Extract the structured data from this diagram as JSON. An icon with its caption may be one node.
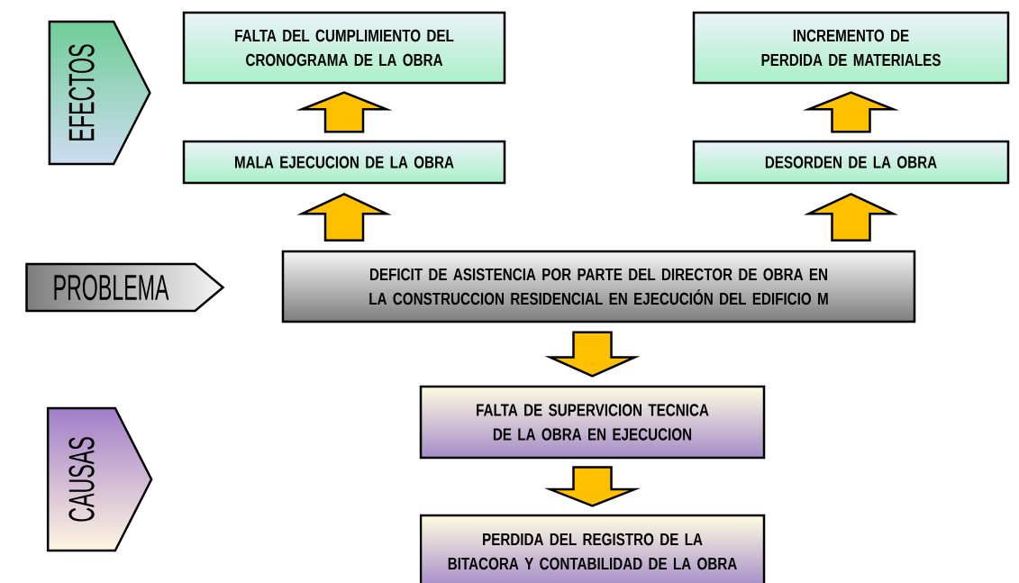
{
  "diagram": {
    "nodes": [
      {
        "text": [
          "EFECTOS"
        ]
      },
      {
        "text": [
          "FALTA DEL CUMPLIMIENTO DEL CRONOGRAMA DE LA OBRA"
        ]
      },
      {
        "text": [
          "INCREMENTO DE PERDIDA DE MATERIALES"
        ]
      },
      {
        "text": [
          "MALA EJECUCION DE LA OBRA"
        ]
      },
      {
        "text": [
          "DESORDEN DE LA OBRA"
        ]
      },
      {
        "text": [
          "PROBLEMA"
        ]
      },
      {
        "text": [
          "DEFICIT DE ASISTENCIA POR PARTE DEL DIRECTOR DE OBRA EN LA CONSTRUCCION RESIDENCIAL EN EJECUCIÓN DEL EDIFICIO M"
        ]
      },
      {
        "text": [
          "CAUSAS"
        ]
      },
      {
        "text": [
          "FALTA DE SUPERVICION TECNICA DE LA OBRA EN EJECUCION"
        ]
      },
      {
        "text": [
          "PERDIDA DEL REGISTRO DE LA BITACORA Y CONTABILIDAD DE LA OBRA"
        ]
      }
    ],
    "edges": [
      {
        "from": 6,
        "to": 3,
        "arrow": "to"
      },
      {
        "from": 3,
        "to": 1,
        "arrow": "to"
      },
      {
        "from": 6,
        "to": 4,
        "arrow": "to"
      },
      {
        "from": 4,
        "to": 2,
        "arrow": "to"
      },
      {
        "from": 6,
        "to": 8,
        "arrow": "to"
      },
      {
        "from": 8,
        "to": 9,
        "arrow": "to"
      }
    ]
  }
}
